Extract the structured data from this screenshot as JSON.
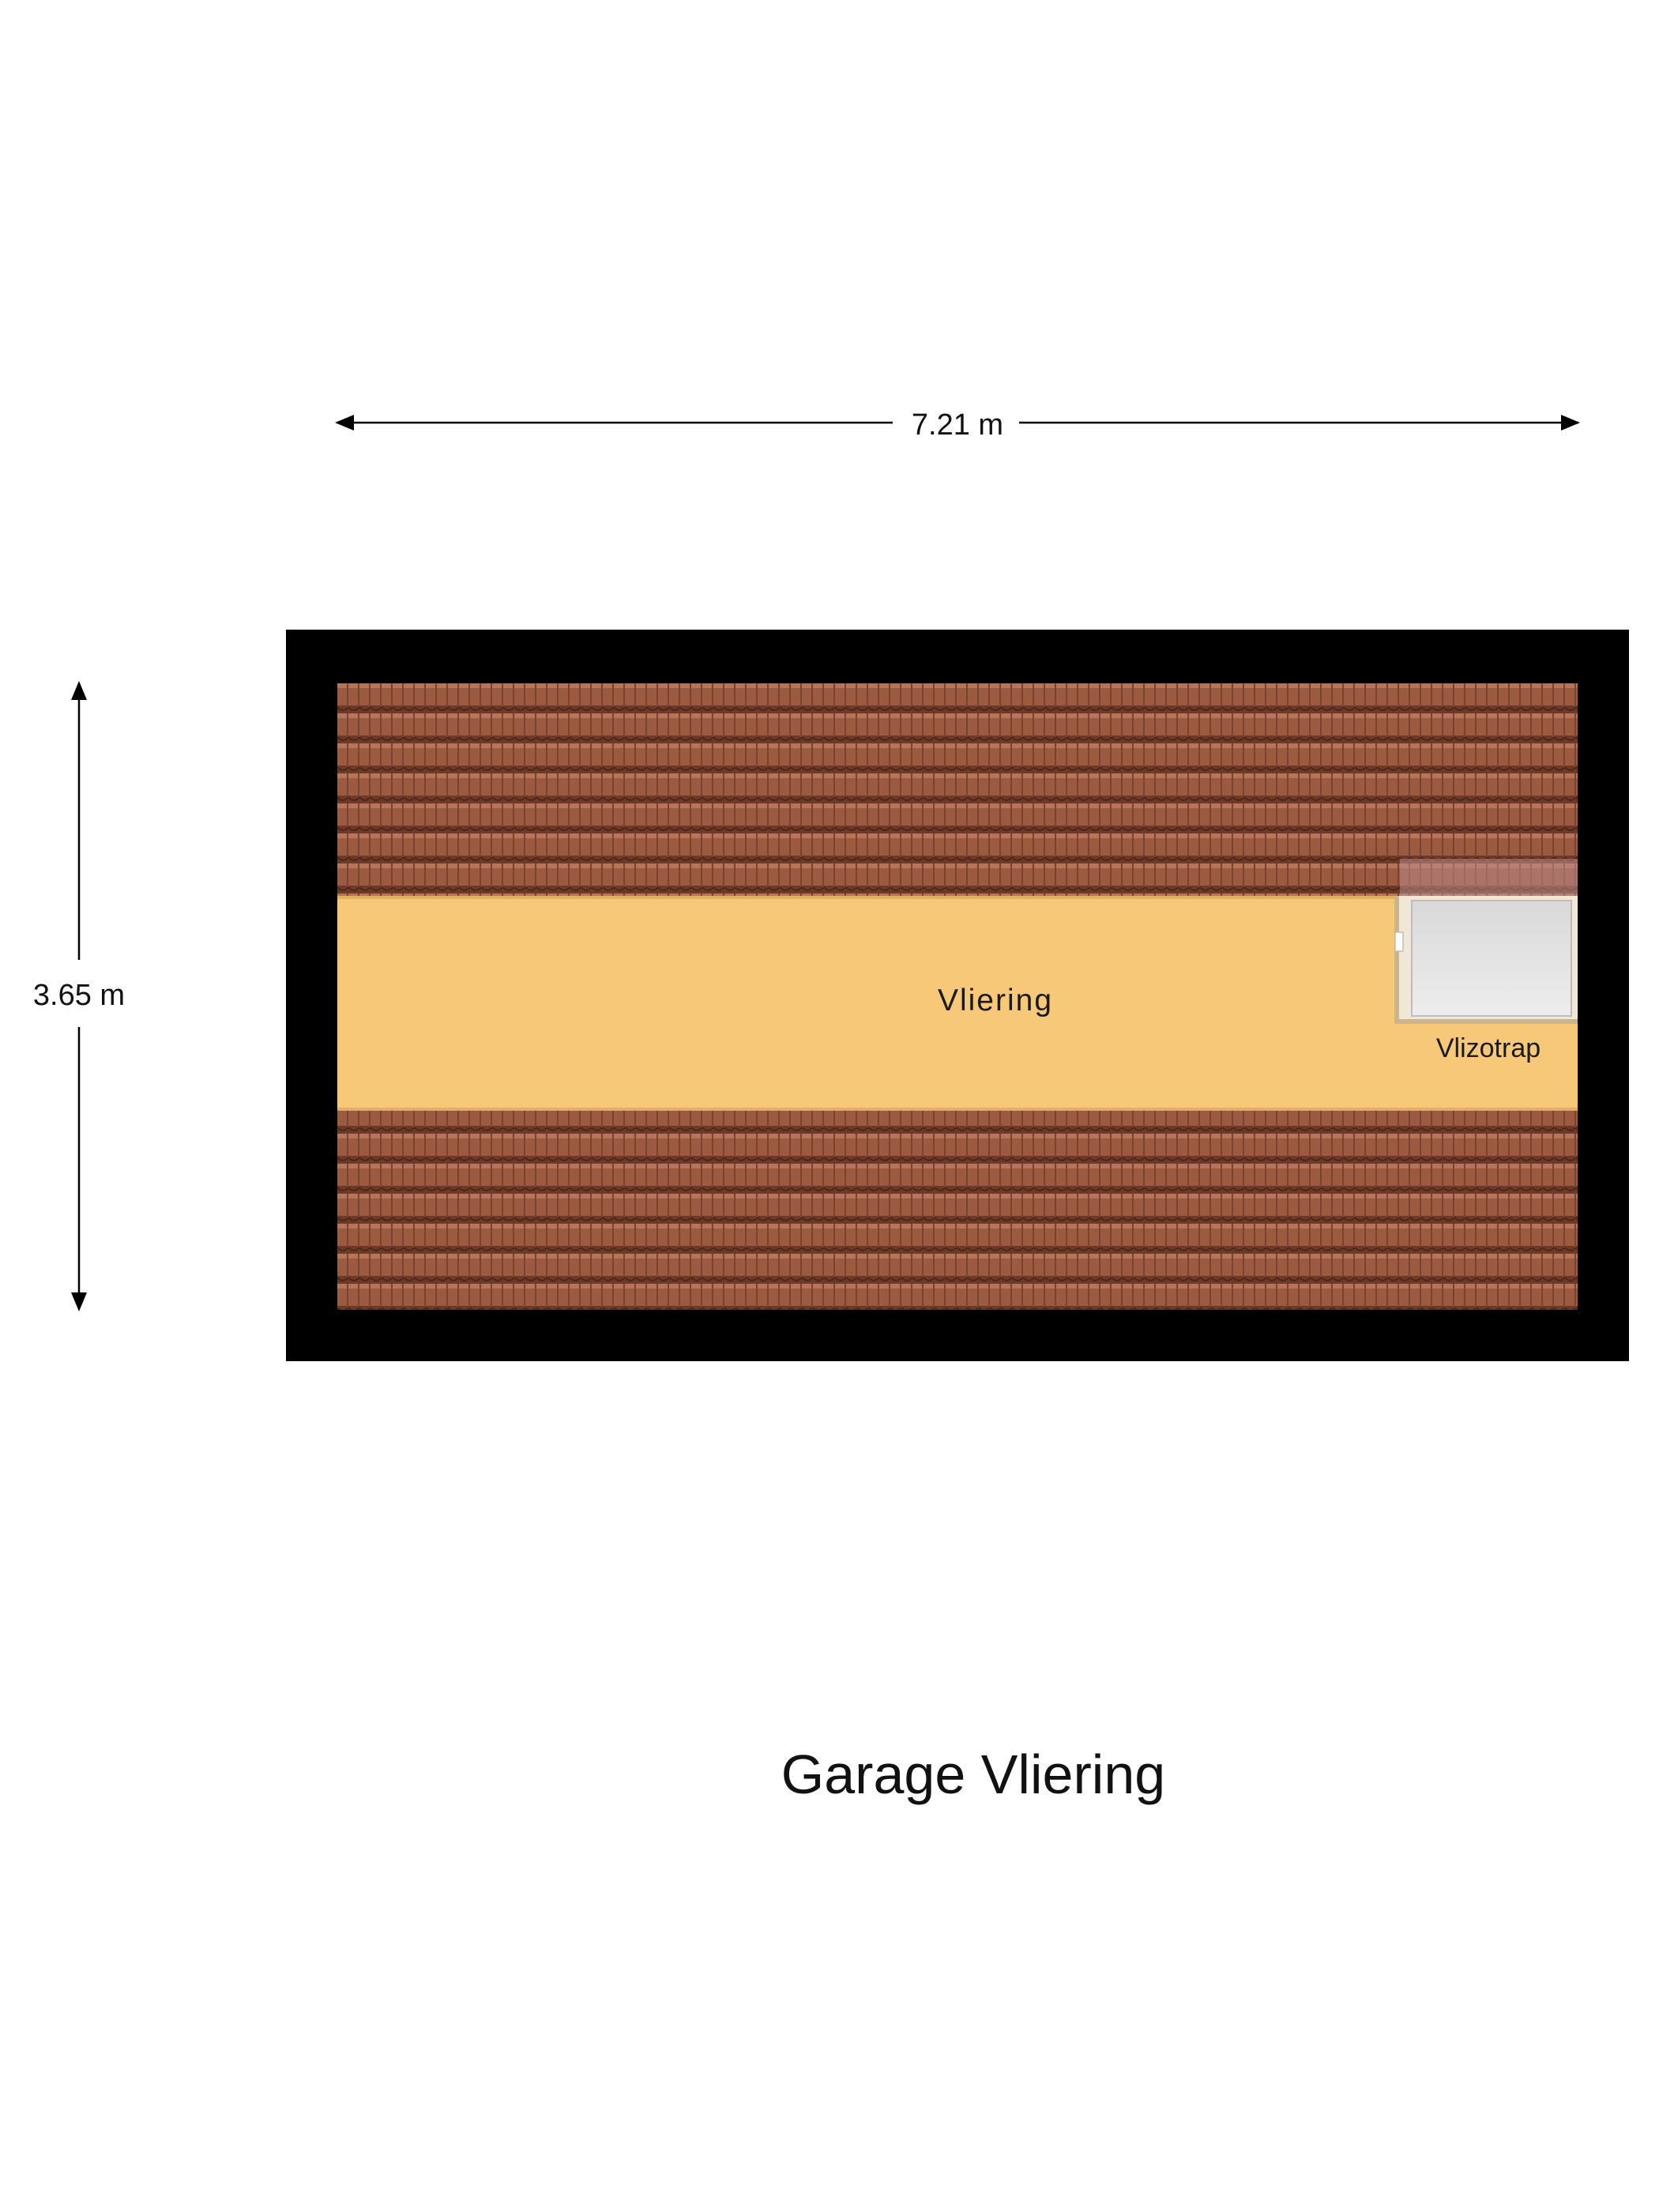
{
  "floor_title": "Garage Vliering",
  "dimensions": {
    "width_label": "7.21 m",
    "depth_label": "3.65 m"
  },
  "rooms": {
    "attic_label": "Vliering",
    "hatch_label": "Vlizotrap"
  },
  "colors": {
    "wall": "#000000",
    "roof_tile": "#9c5a40",
    "roof_tile_edge": "#5b3222",
    "attic_floor": "#f8c879",
    "hatch": "#e6e6e6",
    "background": "#ffffff"
  }
}
